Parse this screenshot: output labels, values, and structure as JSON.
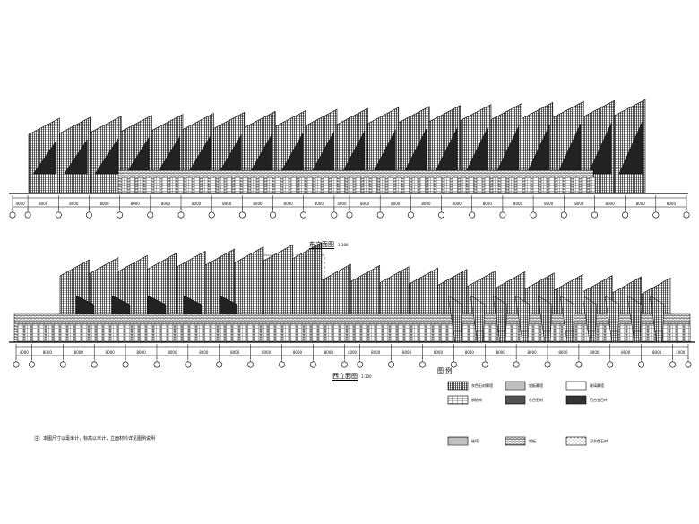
{
  "elevation_top": {
    "dimensions": [
      "4000",
      "8000",
      "8000",
      "8000",
      "8000",
      "8000",
      "8000",
      "8000",
      "8000",
      "8000",
      "8000",
      "4000",
      "8000",
      "8000",
      "8000",
      "8000",
      "8000",
      "8000",
      "8000",
      "8000",
      "8000",
      "8000",
      "8000"
    ],
    "axis_count": 23
  },
  "elevation_bottom": {
    "title": "西立面图",
    "scale": "1:100",
    "dimensions": [
      "4000",
      "8000",
      "8000",
      "8000",
      "8000",
      "8000",
      "8000",
      "8000",
      "8000",
      "8000",
      "8000",
      "4000",
      "8000",
      "8000",
      "8000",
      "8000",
      "8000",
      "8000",
      "8000",
      "8000",
      "8000",
      "8000",
      "4000"
    ],
    "axis_count": 24
  },
  "callout": {
    "label": "东立面图",
    "scale": "1:100"
  },
  "legend": {
    "title": "图 例",
    "items": [
      {
        "text": "灰色石材幕墙"
      },
      {
        "text": "铝板幕墙"
      },
      {
        "text": "玻璃幕墙"
      },
      {
        "text": "钢结构"
      },
      {
        "text": "灰色石材"
      },
      {
        "text": "铝合金百叶"
      },
      {
        "text": "玻璃"
      },
      {
        "text": "铝板"
      },
      {
        "text": "深灰色石材"
      }
    ]
  },
  "note": "注：本图尺寸以毫米计，标高以米计，立面材料详见图例说明"
}
